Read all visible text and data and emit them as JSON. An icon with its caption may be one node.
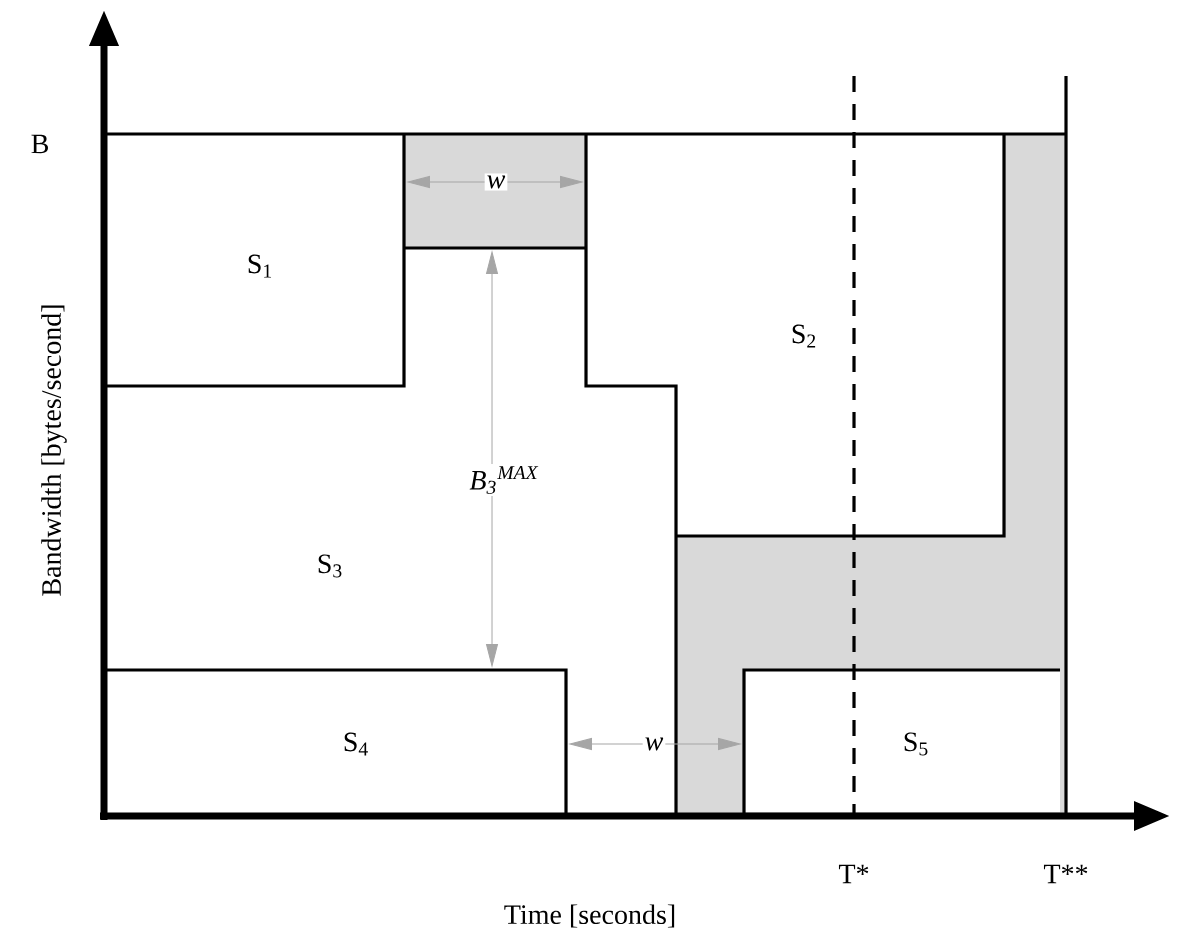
{
  "diagram": {
    "nodes": [
      {
        "text": [
          "S$_{1}$"
        ]
      },
      {
        "text": [
          "S$_{2}$"
        ]
      },
      {
        "text": [
          "S$_{3}$"
        ]
      },
      {
        "text": [
          "S$_{4}$"
        ]
      },
      {
        "text": [
          "S$_{5}$"
        ]
      }
    ],
    "labels": [
      "B",
      "Bandwidth [bytes/second]",
      "w",
      "B$_{3}$$^{MAX}$",
      "w",
      "T*",
      "T**",
      "Time [seconds]"
    ]
  }
}
